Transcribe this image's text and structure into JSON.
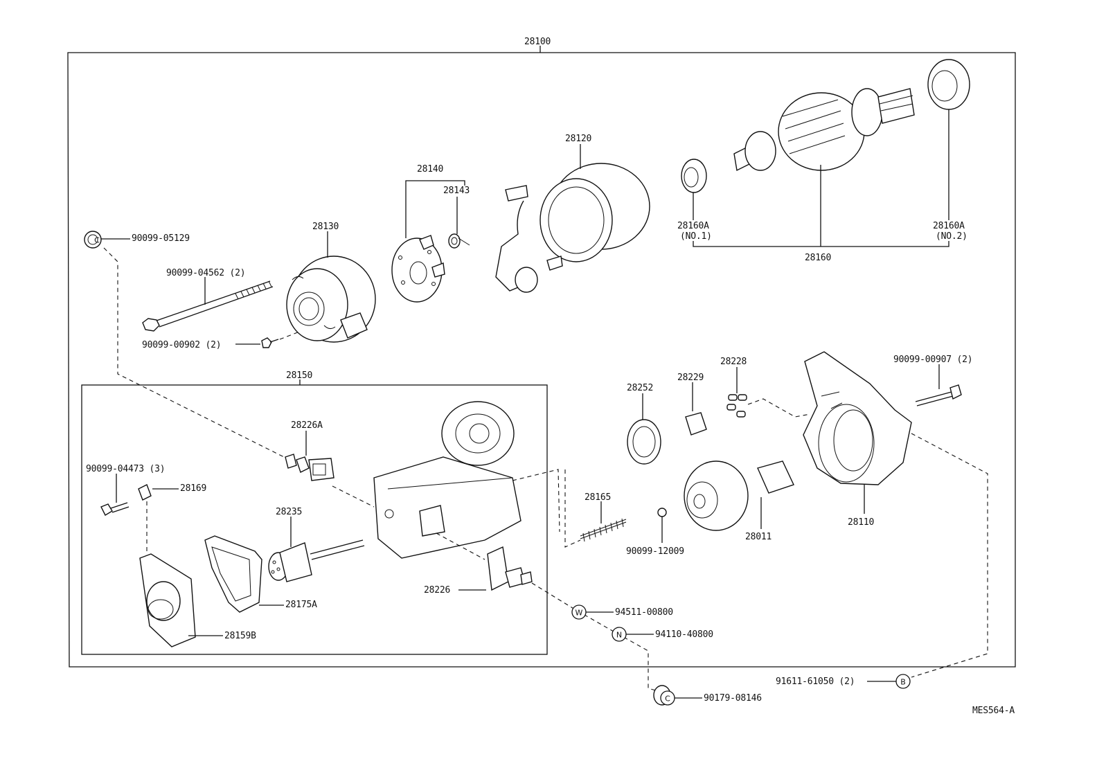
{
  "diagram_code": "MES564-A",
  "assembly": "28100",
  "subassembly": "28150",
  "labels": {
    "p28100": "28100",
    "p28120": "28120",
    "p28140": "28140",
    "p28143": "28143",
    "p28130": "28130",
    "p90099_05129": "90099-05129",
    "p90099_04562": "90099-04562 (2)",
    "p90099_00902": "90099-00902 (2)",
    "p28160A1": "28160A",
    "p28160A1b": "(NO.1)",
    "p28160A2": "28160A",
    "p28160A2b": "(NO.2)",
    "p28160": "28160",
    "p28150": "28150",
    "p28226A": "28226A",
    "p90099_04473": "90099-04473 (3)",
    "p28169": "28169",
    "p28235": "28235",
    "p28175A": "28175A",
    "p28159B": "28159B",
    "p28226": "28226",
    "p94511": "94511-00800",
    "p94110": "94110-40800",
    "p90179": "90179-08146",
    "p28165": "28165",
    "p90099_12009": "90099-12009",
    "p28252": "28252",
    "p28229": "28229",
    "p28228": "28228",
    "p28011": "28011",
    "p28110": "28110",
    "p90099_00907": "90099-00907 (2)",
    "p91611": "91611-61050 (2)",
    "tagC1": "C",
    "tagC2": "C",
    "tagW": "W",
    "tagN": "N",
    "tagB": "B"
  }
}
